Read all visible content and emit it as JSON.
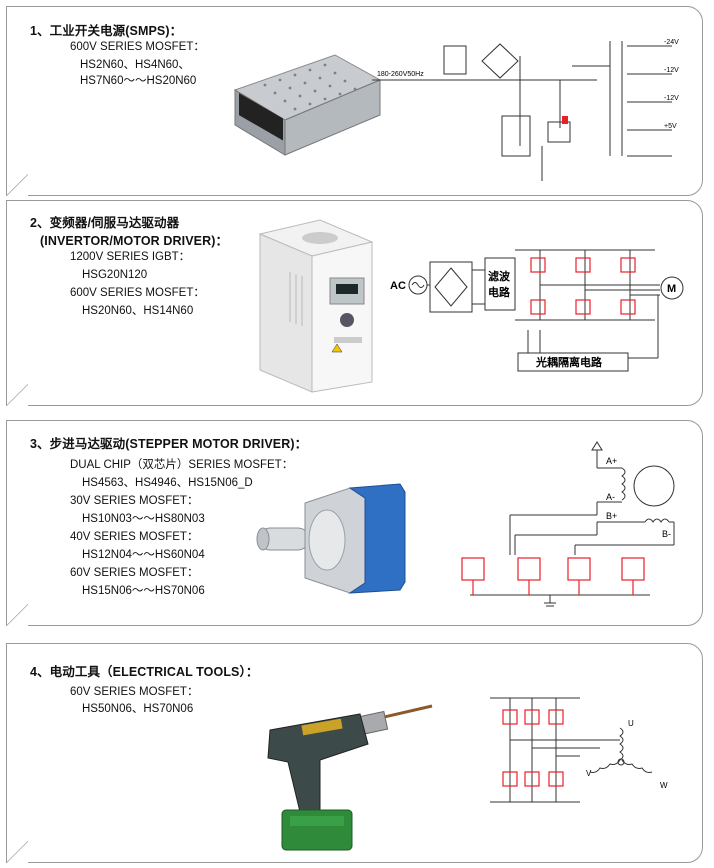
{
  "sections": [
    {
      "title": "1、工业开关电源(SMPS)：",
      "lines": [
        "600V SERIES MOSFET：",
        "HS2N60、HS4N60、",
        "HS7N60～～HS20N60"
      ],
      "schematic": {
        "input_label": "180-260V50Hz",
        "outputs": [
          "-24V",
          "-12V",
          "-12V",
          "+5V"
        ]
      }
    },
    {
      "title_line1": "2、变频器/伺服马达驱动器",
      "title_line2": "(INVERTOR/MOTOR DRIVER)：",
      "lines": [
        "1200V SERIES IGBT：",
        "HSG20N120",
        "600V SERIES MOSFET：",
        "HS20N60、HS14N60"
      ],
      "schematic": {
        "ac_label": "AC",
        "filter_label_1": "滤波",
        "filter_label_2": "电路",
        "motor_label": "M",
        "isolation_label": "光耦隔离电路"
      }
    },
    {
      "title": "3、步进马达驱动(STEPPER MOTOR DRIVER)：",
      "lines": [
        "DUAL CHIP（双芯片）SERIES MOSFET：",
        "HS4563、HS4946、HS15N06_D",
        "30V SERIES MOSFET：",
        "HS10N03～～HS80N03",
        "40V SERIES MOSFET：",
        "HS12N04～～HS60N04",
        "60V SERIES MOSFET：",
        "HS15N06～～HS70N06"
      ],
      "schematic": {
        "labels": [
          "A+",
          "A-",
          "B+",
          "B-"
        ]
      }
    },
    {
      "title": "4、电动工具（ELECTRICAL TOOLS）：",
      "lines": [
        "60V SERIES MOSFET：",
        "HS50N06、HS70N06"
      ],
      "schematic": {
        "labels": [
          "U",
          "V",
          "W"
        ]
      }
    }
  ],
  "colors": {
    "accent": "#e8202a",
    "line": "#333333",
    "border": "#999999"
  }
}
